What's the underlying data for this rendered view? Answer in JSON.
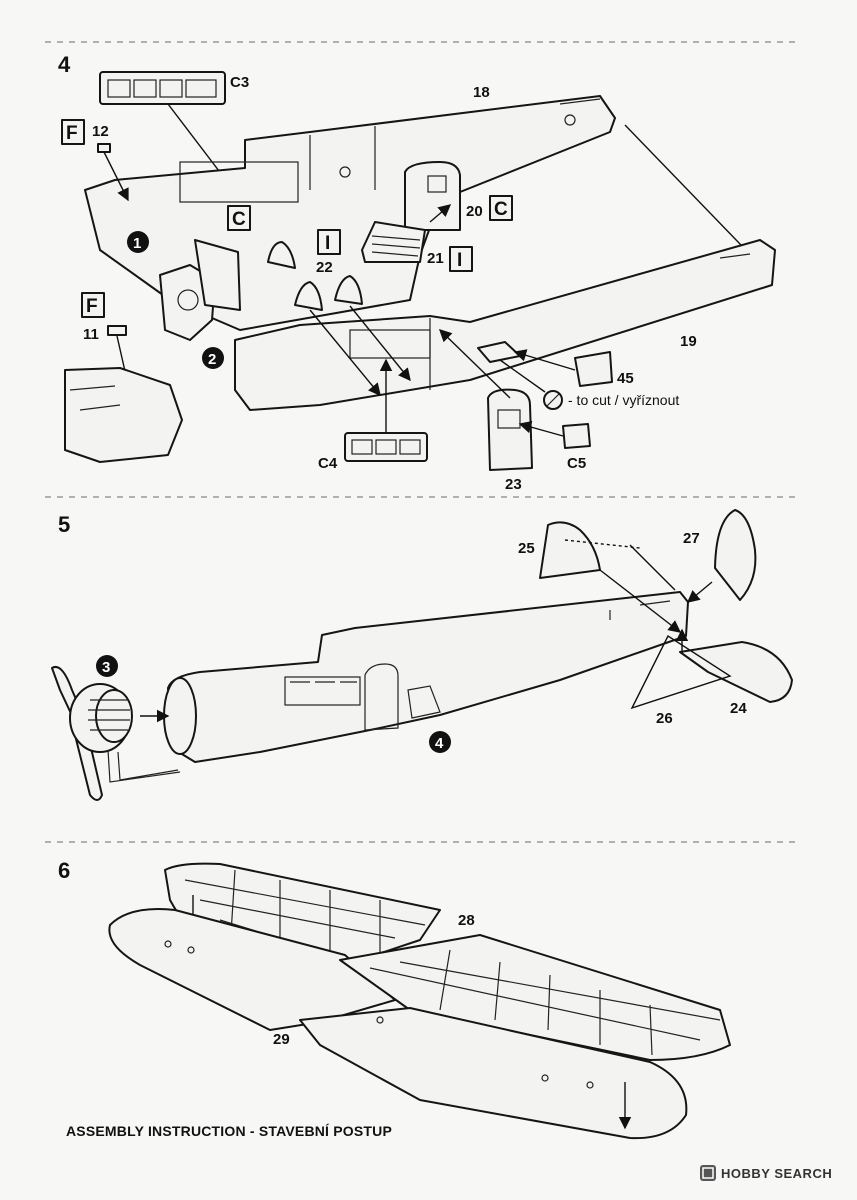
{
  "steps": [
    {
      "number": "4",
      "parts": [
        "C3",
        "18",
        "12",
        "20",
        "21",
        "22",
        "11",
        "19",
        "45",
        "C4",
        "C5",
        "23"
      ],
      "markers": [
        "F",
        "C",
        "I",
        "F",
        "C",
        "I"
      ],
      "callouts": [
        "1",
        "2"
      ],
      "cut_note": "- to cut / vyříznout"
    },
    {
      "number": "5",
      "parts": [
        "25",
        "27",
        "24",
        "26"
      ],
      "callouts": [
        "3",
        "4"
      ]
    },
    {
      "number": "6",
      "parts": [
        "28",
        "29"
      ]
    }
  ],
  "footer": {
    "title": "ASSEMBLY INSTRUCTION - STAVEBNÍ POSTUP"
  },
  "watermark": {
    "brand": "HOBBY SEARCH",
    "icon": "hobbysearch-logo-icon"
  }
}
